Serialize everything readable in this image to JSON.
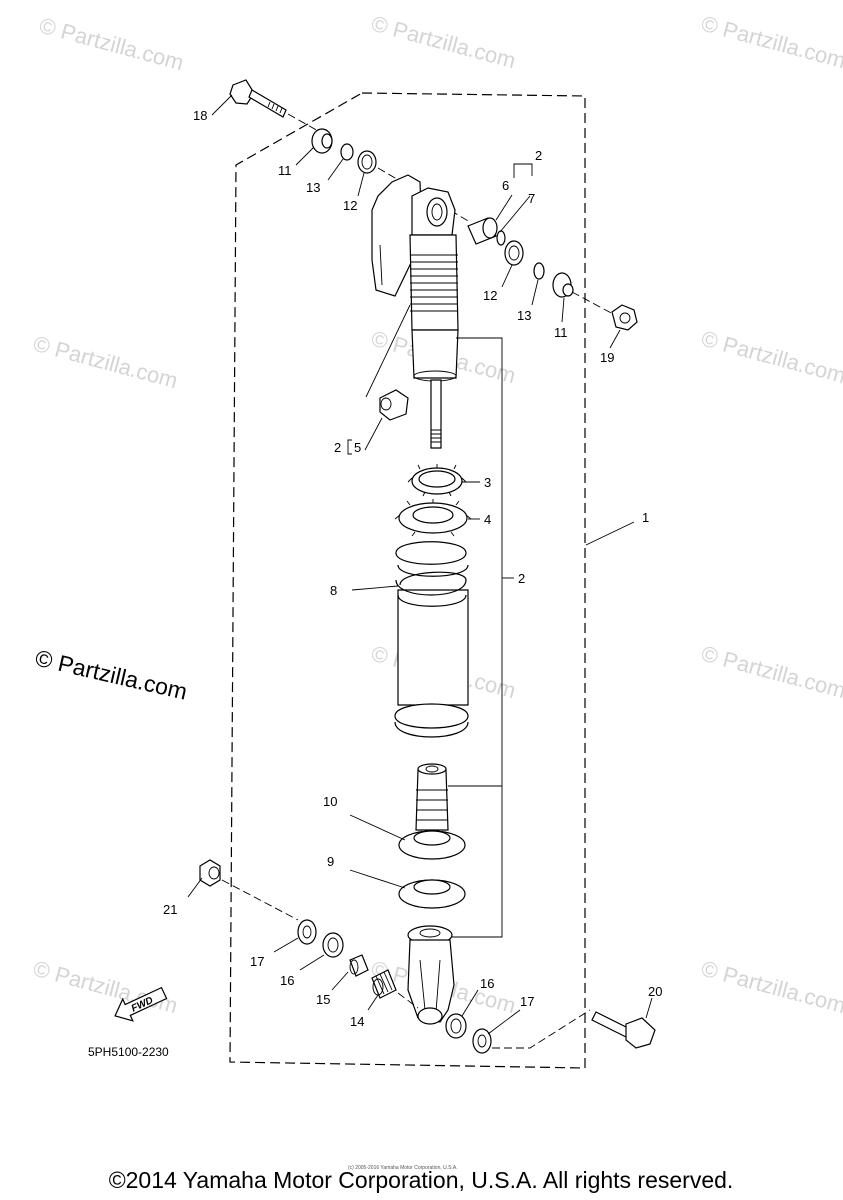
{
  "watermark": "© Partzilla.com",
  "main_watermark": "© Partzilla.com",
  "diagram_code": "5PH5100-2230",
  "fwd_label": "FWD",
  "small_copyright": "(c) 2005-2016 Yamaha Motor Corporation, U.S.A.",
  "copyright": "©2014 Yamaha Motor Corporation, U.S.A. All rights reserved.",
  "callouts": {
    "c18": "18",
    "c11a": "11",
    "c13a": "13",
    "c12a": "12",
    "c2a": "2",
    "c6": "6",
    "c7": "7",
    "c12b": "12",
    "c13b": "13",
    "c11b": "11",
    "c19": "19",
    "c2b": "2",
    "c5": "5",
    "c3": "3",
    "c4": "4",
    "c1": "1",
    "c2c": "2",
    "c8": "8",
    "c10": "10",
    "c9": "9",
    "c21": "21",
    "c17a": "17",
    "c16a": "16",
    "c15": "15",
    "c14": "14",
    "c16b": "16",
    "c17b": "17",
    "c20": "20"
  }
}
